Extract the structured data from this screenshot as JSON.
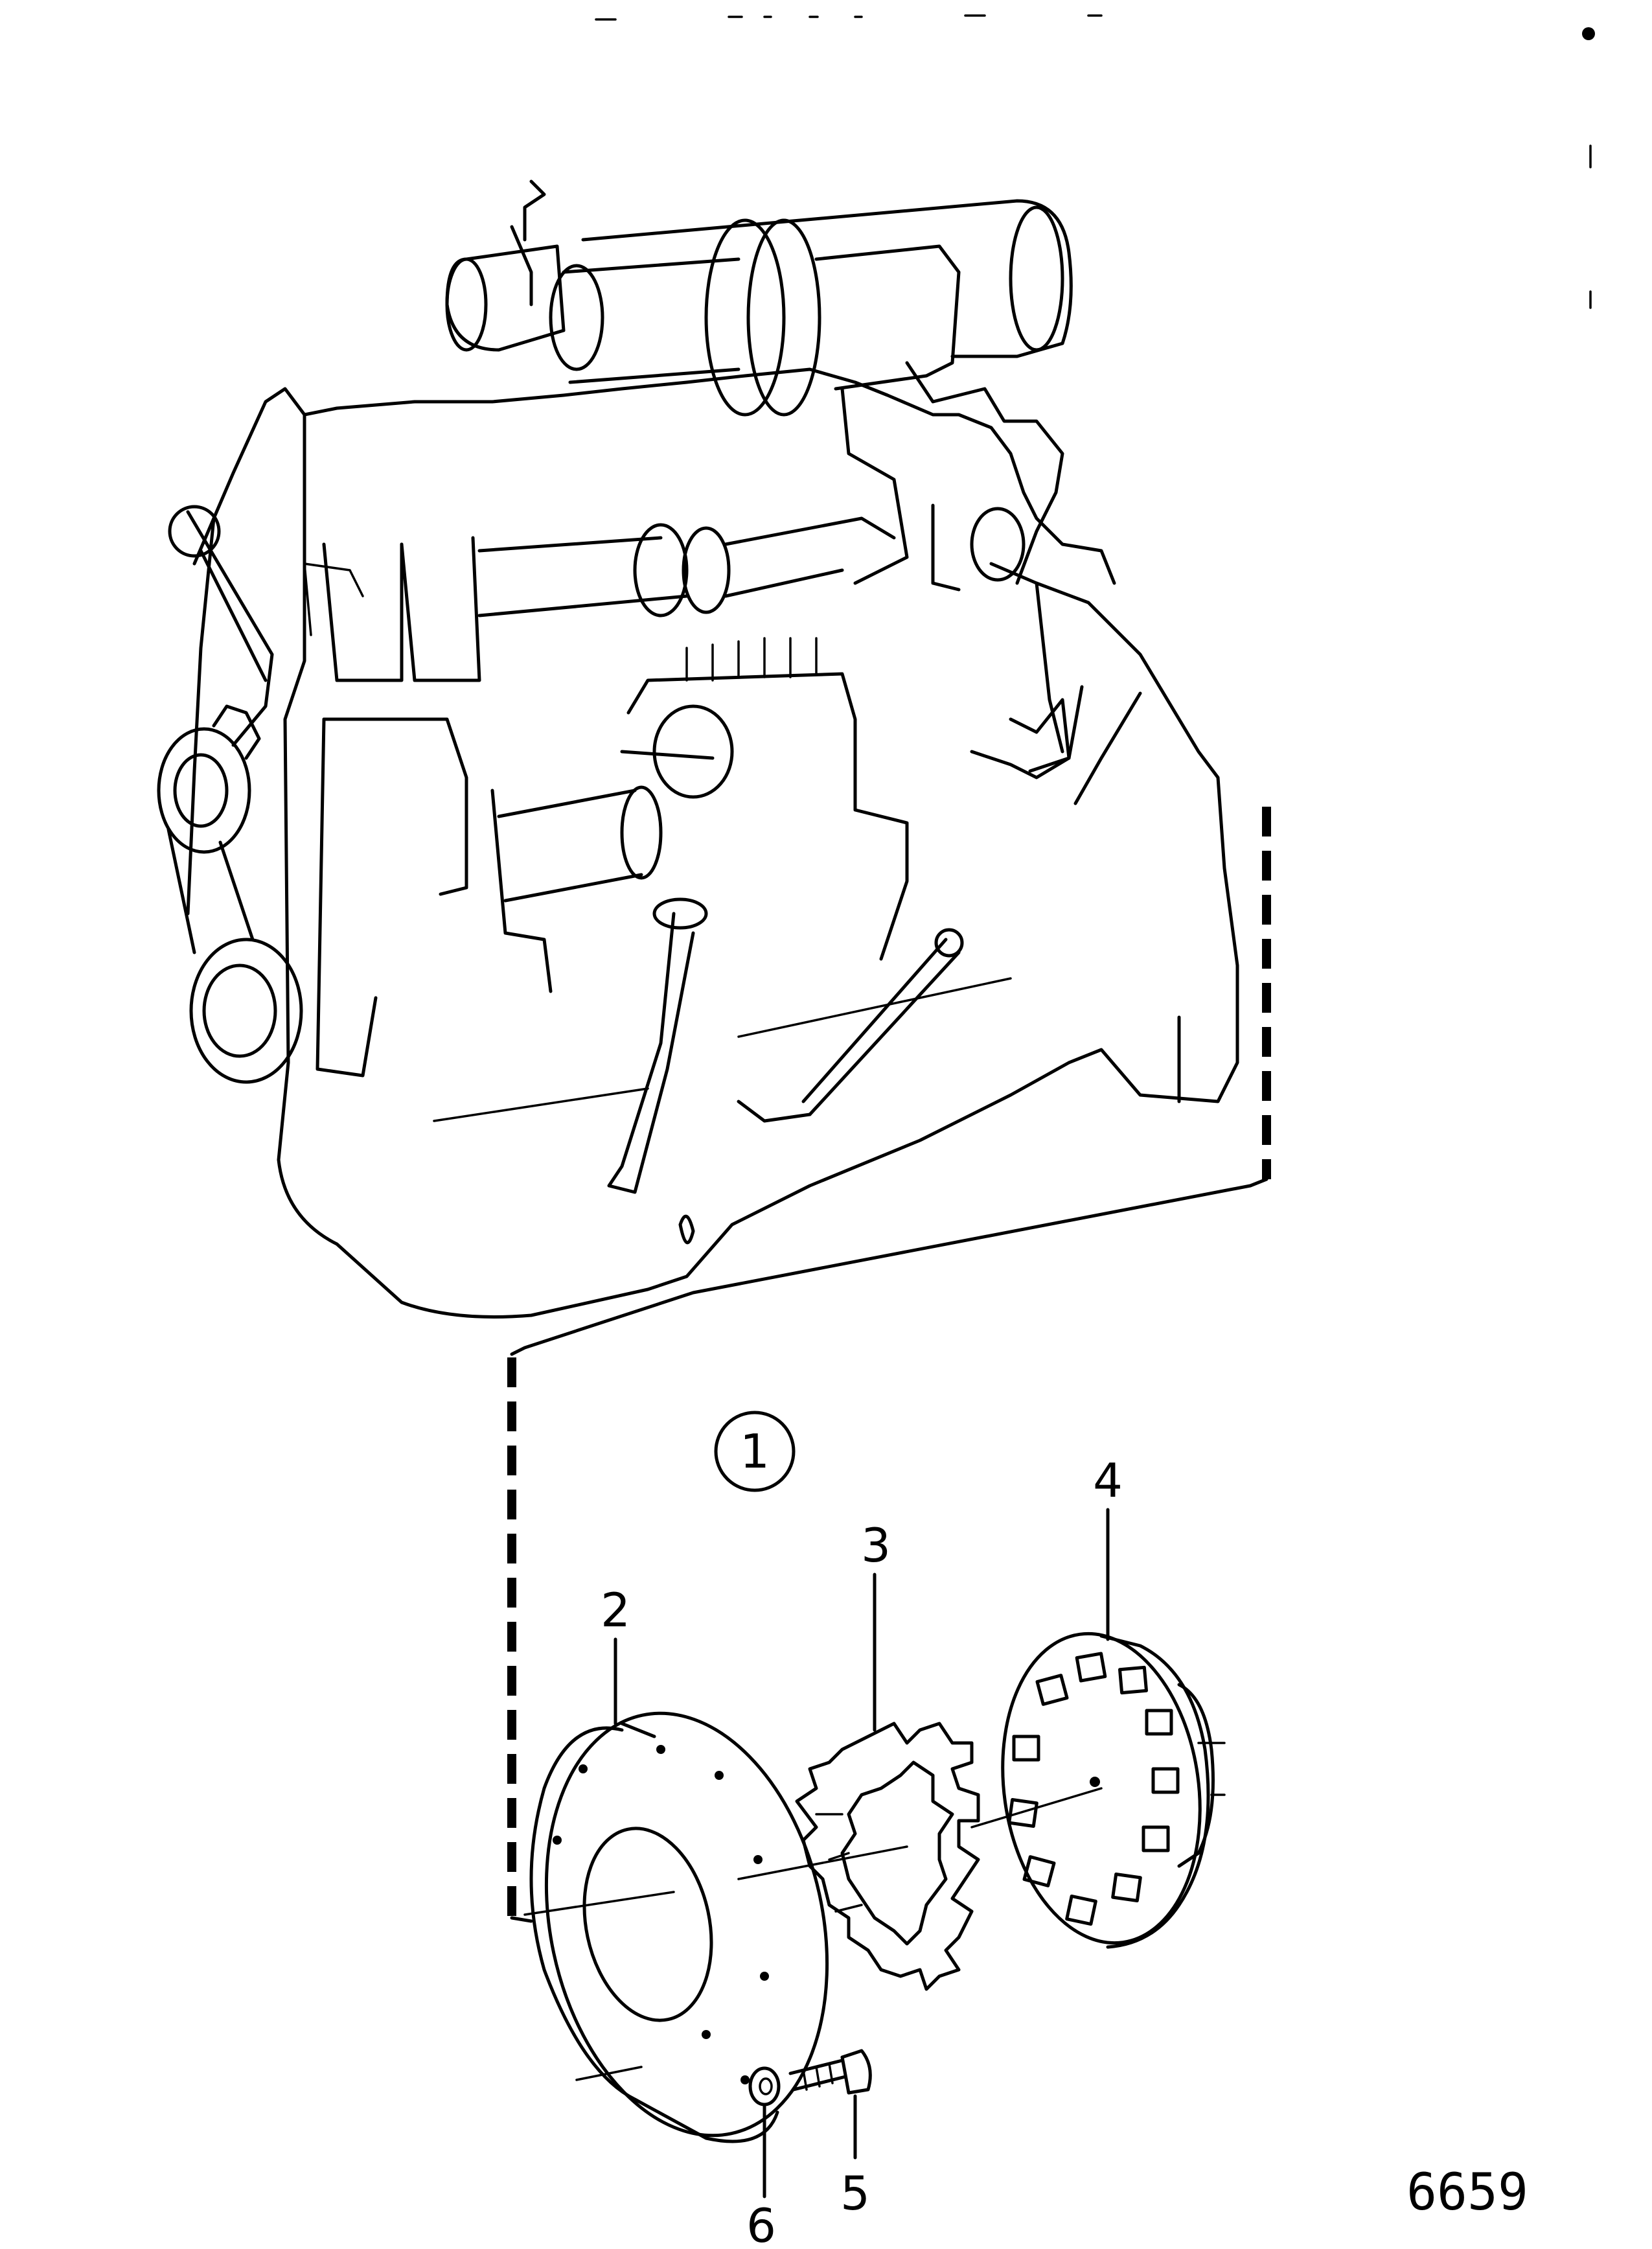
{
  "group_number": "1",
  "callouts": [
    "2",
    "3",
    "4",
    "5",
    "6"
  ],
  "drawing_code": "6659"
}
